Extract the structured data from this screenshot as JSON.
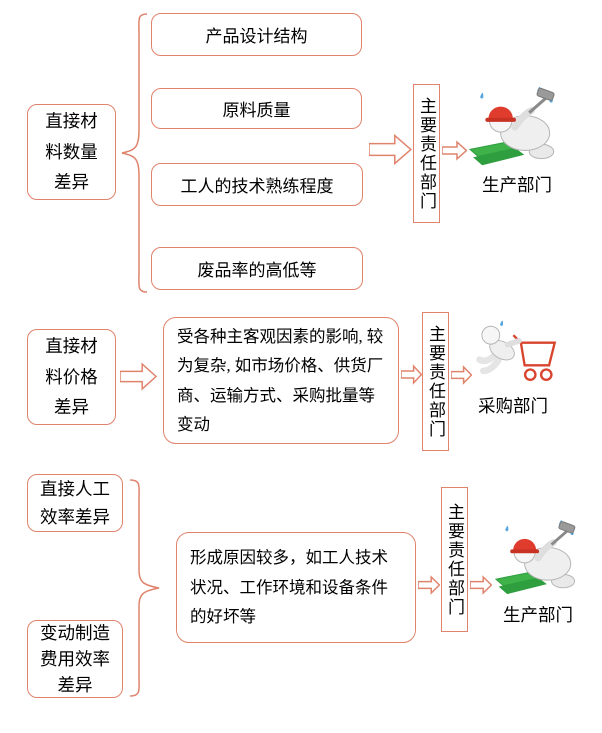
{
  "colors": {
    "border": "#E0836C",
    "helmet": "#E03C2D",
    "boards": "#3FB24A",
    "boards-dark": "#2E9E3E",
    "cart": "#D8442E",
    "sweat": "#5AA7E0"
  },
  "section1": {
    "source_lines": [
      "直接材",
      "料数量",
      "差异"
    ],
    "causes": [
      "产品设计结构",
      "原料质量",
      "工人的技术熟练程度",
      "废品率的高低等"
    ],
    "responsible": "主要责任部门",
    "department": "生产部门",
    "image": "worker-hammering"
  },
  "section2": {
    "source_lines": [
      "直接材",
      "料价格",
      "差异"
    ],
    "description": "受各种主客观因素的影响, 较为复杂, 如市场价格、供货厂商、运输方式、采购批量等变动",
    "responsible": "主要责任部门",
    "department": "采购部门",
    "image": "person-pushing-cart"
  },
  "section3": {
    "source1_lines": [
      "直接人工",
      "效率差异"
    ],
    "source2_lines": [
      "变动制造",
      "费用效率",
      "差异"
    ],
    "description": "形成原因较多，如工人技术状况、工作环境和设备条件的好坏等",
    "responsible": "主要责任部门",
    "department": "生产部门",
    "image": "worker-hammering"
  }
}
